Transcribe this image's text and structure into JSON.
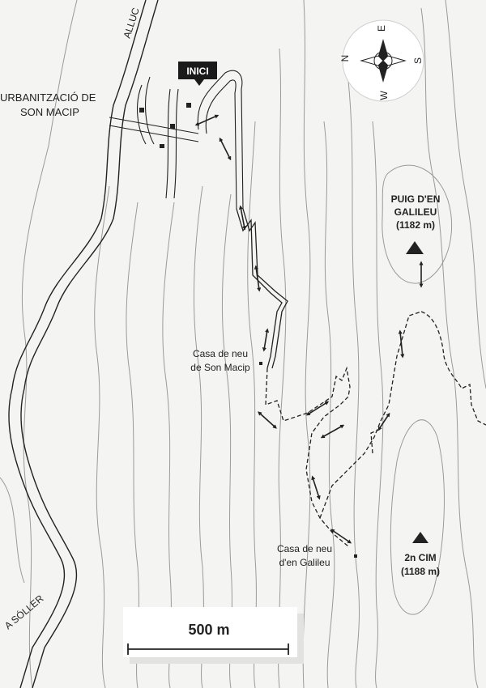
{
  "map": {
    "compass": {
      "north": "N",
      "east": "E",
      "south": "S",
      "west": "W"
    },
    "start_marker": "INICI",
    "labels": {
      "urbanitzacio_line1": "URBANITZACIÓ DE",
      "urbanitzacio_line2": "SON MACIP",
      "road_top": "ALLUC",
      "road_bottom": "A SÓLLER",
      "casa_son_macip_line1": "Casa de neu",
      "casa_son_macip_line2": "de Son Macip",
      "casa_galileu_line1": "Casa de neu",
      "casa_galileu_line2": "d'en Galileu"
    },
    "peaks": [
      {
        "name_line1": "PUIG D'EN",
        "name_line2": "GALILEU",
        "elevation": "(1182 m)"
      },
      {
        "name_line1": "2n CIM",
        "elevation": "(1188 m)"
      }
    ],
    "scale_bar": {
      "label": "500 m"
    },
    "colors": {
      "background": "#f4f4f2",
      "ink": "#222222",
      "contour": "#9a9a9a"
    }
  }
}
